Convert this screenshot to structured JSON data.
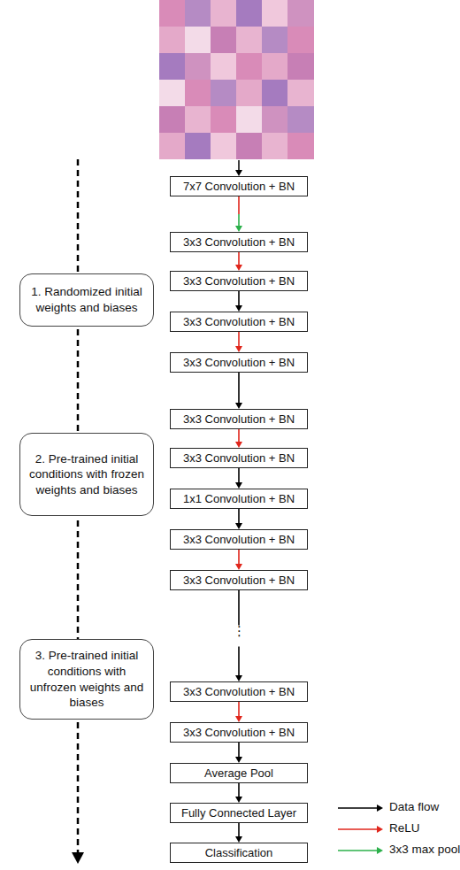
{
  "diagram": {
    "nodes": [
      {
        "text": [
          "7x7 Convolution + BN"
        ]
      },
      {
        "text": [
          "3x3 Convolution + BN"
        ]
      },
      {
        "text": [
          "3x3 Convolution + BN"
        ]
      },
      {
        "text": [
          "3x3 Convolution + BN"
        ]
      },
      {
        "text": [
          "3x3 Convolution + BN"
        ]
      },
      {
        "text": [
          "3x3 Convolution + BN"
        ]
      },
      {
        "text": [
          "3x3 Convolution + BN"
        ]
      },
      {
        "text": [
          "1x1 Convolution + BN"
        ]
      },
      {
        "text": [
          "3x3 Convolution + BN"
        ]
      },
      {
        "text": [
          "3x3 Convolution + BN"
        ]
      },
      {
        "text": [
          "3x3 Convolution + BN"
        ]
      },
      {
        "text": [
          "3x3 Convolution + BN"
        ]
      },
      {
        "text": [
          "Average Pool"
        ]
      },
      {
        "text": [
          "Fully Connected Layer"
        ]
      },
      {
        "text": [
          "Classification"
        ]
      },
      {
        "text": [
          "1. Randomized initial weights and biases"
        ]
      },
      {
        "text": [
          "2. Pre-trained initial conditions with frozen weights and biases"
        ]
      },
      {
        "text": [
          "3. Pre-trained initial conditions with unfrozen weights and biases"
        ]
      }
    ],
    "edges": [
      {
        "from": 0,
        "to": 1,
        "arrow": "to"
      },
      {
        "from": 1,
        "to": 2,
        "arrow": "to"
      },
      {
        "from": 2,
        "to": 3,
        "arrow": "to"
      },
      {
        "from": 3,
        "to": 4,
        "arrow": "to"
      },
      {
        "from": 4,
        "to": 5,
        "arrow": "to"
      },
      {
        "from": 5,
        "to": 6,
        "arrow": "to"
      },
      {
        "from": 6,
        "to": 7,
        "arrow": "to"
      },
      {
        "from": 7,
        "to": 8,
        "arrow": "to"
      },
      {
        "from": 8,
        "to": 9,
        "arrow": "to"
      },
      {
        "from": 9,
        "to": 10,
        "arrow": "to"
      },
      {
        "from": 10,
        "to": 11,
        "arrow": "to"
      },
      {
        "from": 11,
        "to": 12,
        "arrow": "to"
      },
      {
        "from": 12,
        "to": 13,
        "arrow": "to"
      },
      {
        "from": 13,
        "to": 14,
        "arrow": "to"
      }
    ],
    "labels": [
      "⋮"
    ],
    "legend": [
      {
        "text": "Data flow"
      },
      {
        "text": "ReLU"
      },
      {
        "text": "3x3 max pool"
      }
    ]
  }
}
